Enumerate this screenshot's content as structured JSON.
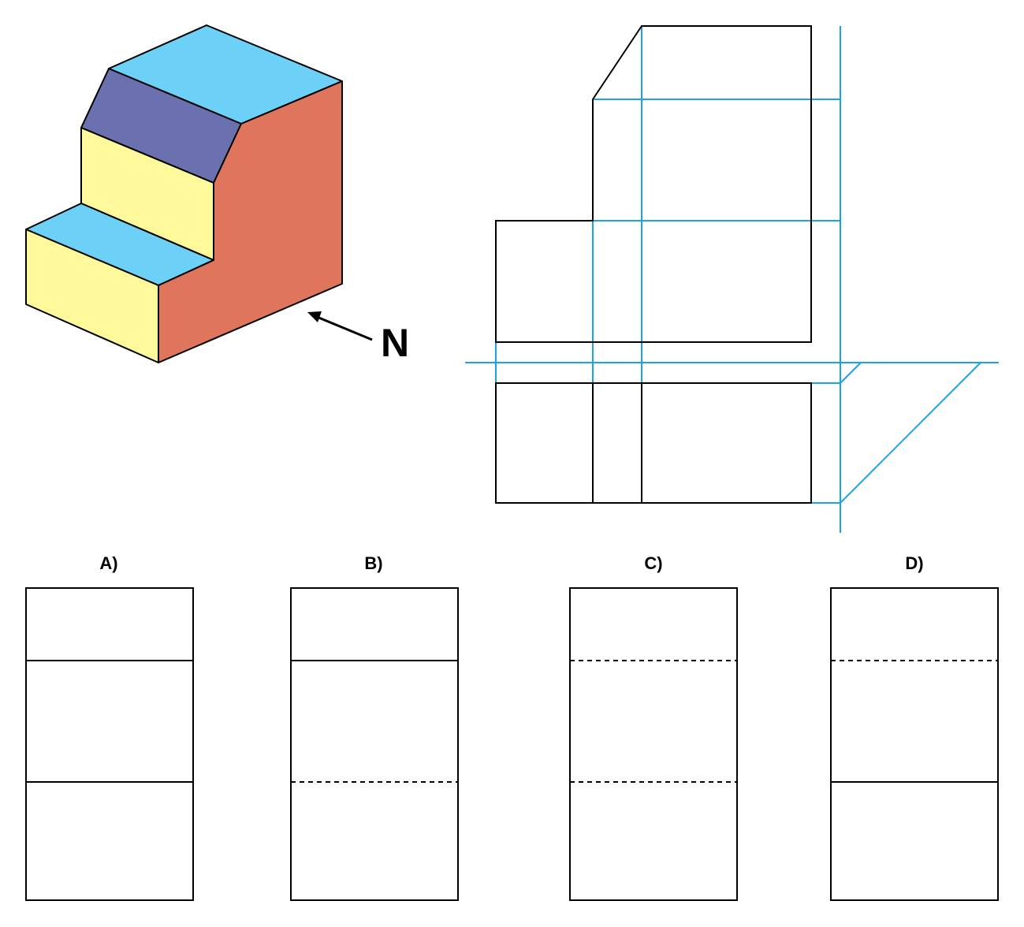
{
  "direction_label": "N",
  "colors": {
    "top_face": "#6dd0f7",
    "slanted_face": "#6b71ae",
    "front_face": "#fff99b",
    "side_face": "#e0755e",
    "projection_lines": "#1aa3e8",
    "outline": "#000000"
  },
  "options": [
    {
      "label": "A)",
      "upper_line": "solid",
      "lower_line": "solid"
    },
    {
      "label": "B)",
      "upper_line": "solid",
      "lower_line": "dashed"
    },
    {
      "label": "C)",
      "upper_line": "dashed",
      "lower_line": "dashed"
    },
    {
      "label": "D)",
      "upper_line": "dashed",
      "lower_line": "solid"
    }
  ]
}
